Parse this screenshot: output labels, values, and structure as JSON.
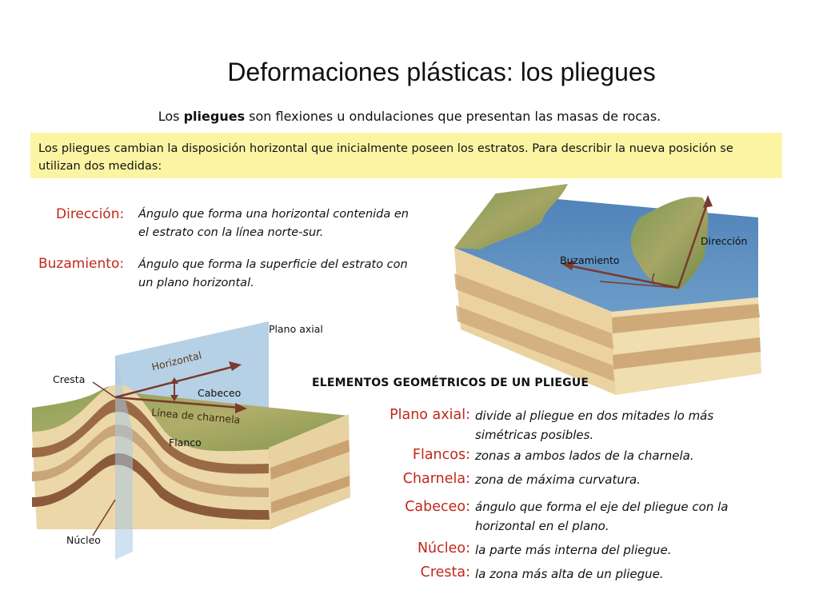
{
  "title": "Deformaciones plásticas: los pliegues",
  "intro": {
    "pre": "Los ",
    "bold": "pliegues",
    "post": " son flexiones u ondulaciones que presentan las masas de rocas."
  },
  "box_text": "Los pliegues cambian la disposición horizontal que inicialmente poseen los estratos. Para describir la nueva posición se utilizan dos medidas:",
  "measures": [
    {
      "term": "Dirección:",
      "line1": "Ángulo que forma una horizontal  contenida en",
      "line2": "el estrato con la línea norte-sur."
    },
    {
      "term": "Buzamiento:",
      "line1": "Ángulo que forma la superficie del estrato con",
      "line2": "un plano horizontal."
    }
  ],
  "block_labels": {
    "direccion": "Dirección",
    "buzamiento": "Buzamiento"
  },
  "fold_labels": {
    "plano_axial": "Plano axial",
    "cresta": "Cresta",
    "horizontal": "Horizontal",
    "cabeceo": "Cabeceo",
    "linea_charnela": "Línea de charnela",
    "flanco": "Flanco",
    "nucleo": "Núcleo"
  },
  "elements_heading": "ELEMENTOS GEOMÉTRICOS DE UN PLIEGUE",
  "elements": [
    {
      "term": "Plano axial:",
      "line1": "divide al pliegue en dos mitades lo más",
      "line2": "simétricas posibles."
    },
    {
      "term": "Flancos:",
      "line1": "zonas a ambos lados de la charnela.",
      "line2": ""
    },
    {
      "term": "Charnela:",
      "line1": "zona de máxima curvatura.",
      "line2": ""
    },
    {
      "term": "Cabeceo:",
      "line1": "ángulo que forma el eje del pliegue con la",
      "line2": "horizontal en el plano."
    },
    {
      "term": "Núcleo:",
      "line1": "la parte más interna del pliegue.",
      "line2": ""
    },
    {
      "term": "Cresta:",
      "line1": "la zona más alta de un pliegue.",
      "line2": ""
    }
  ],
  "colors": {
    "term_red": "#c0281a",
    "box_yellow": "#fbf5a3",
    "arrow_brown": "#7a3a2e"
  }
}
